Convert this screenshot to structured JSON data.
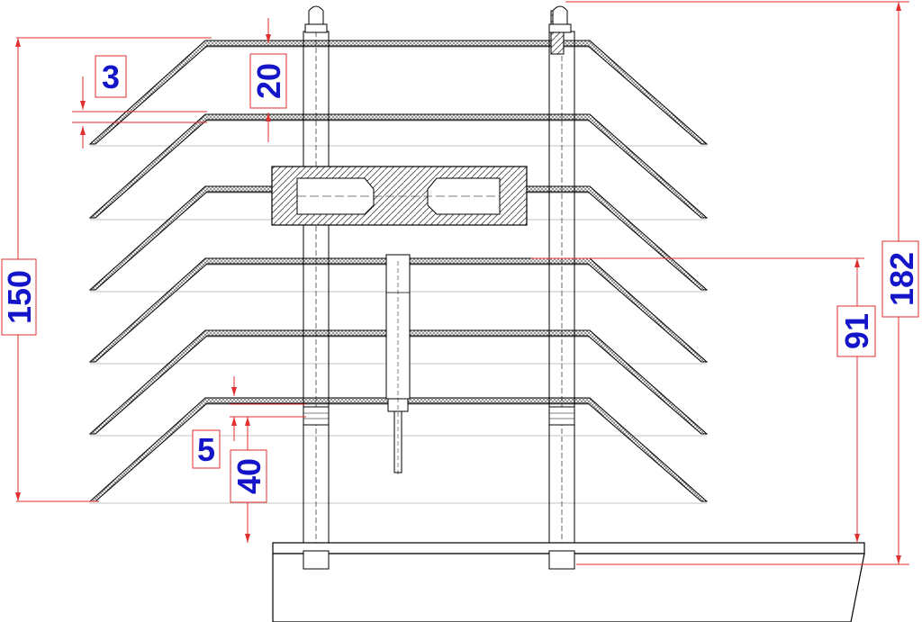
{
  "dimensions": {
    "total_height": "182",
    "shield_stack_height": "150",
    "base_to_divider": "91",
    "plate_gap": "20",
    "plate_thickness": "3",
    "bottom_offset": "5",
    "standoff_height": "40"
  },
  "colors": {
    "outline": "#000000",
    "dimension_line": "#e03030",
    "dimension_text": "#1414c8",
    "hatch": "#555555",
    "background": "#ffffff"
  },
  "plate_count": 6
}
